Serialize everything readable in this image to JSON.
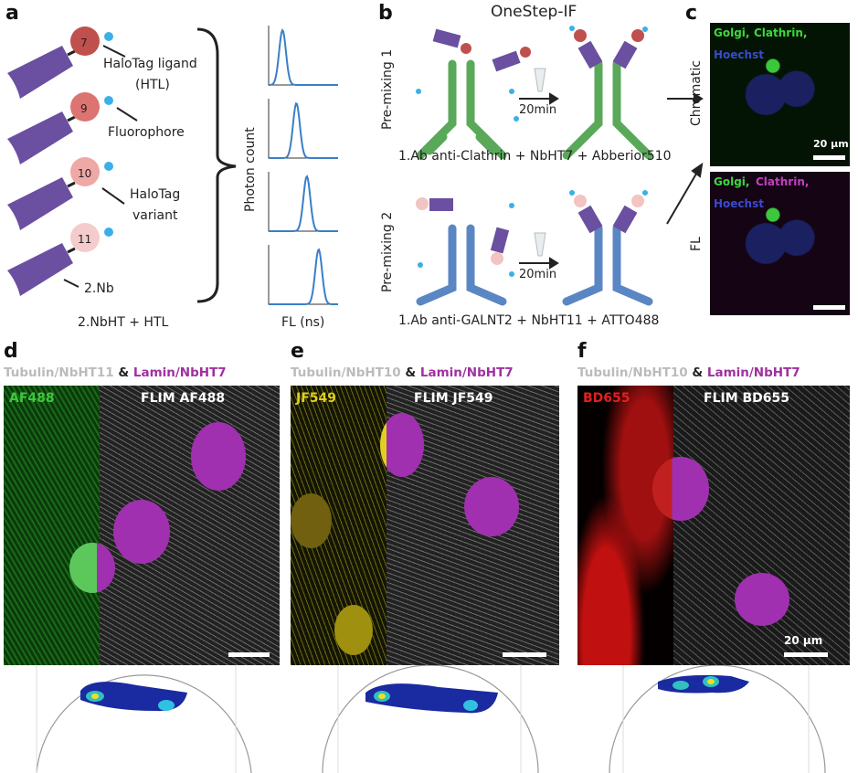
{
  "panels": {
    "a": "a",
    "b": "b",
    "c": "c",
    "d": "d",
    "e": "e",
    "f": "f"
  },
  "a": {
    "htl_label": "HaloTag ligand",
    "htl_abbr": "(HTL)",
    "fluorophore": "Fluorophore",
    "variant_line1": "HaloTag",
    "variant_line2": "variant",
    "nb_label": "2.Nb",
    "variants": [
      "7",
      "9",
      "10",
      "11"
    ],
    "bottom": "2.NbHT + HTL",
    "ylabel": "Photon count",
    "xlabel": "FL (ns)"
  },
  "b": {
    "title": "OneStep-IF",
    "row1_label": "Pre-mixing 1",
    "row2_label": "Pre-mixing 2",
    "time": "20min",
    "row1_caption": "1.Ab anti-Clathrin + NbHT7 + Abberior510",
    "row2_caption": "1.Ab anti-GALNT2 + NbHT11 + ATTO488"
  },
  "c": {
    "top_label": "Chromatic",
    "bottom_label": "FL",
    "golgi": "Golgi,",
    "clathrin": "Clathrin,",
    "hoechst": "Hoechst",
    "scale": "20 µm"
  },
  "d": {
    "h1": "Tubulin/NbHT11",
    "amp": "&",
    "h2": "Lamin/NbHT7",
    "left": "AF488",
    "right": "FLIM AF488"
  },
  "e": {
    "h1": "Tubulin/NbHT10",
    "amp": "&",
    "h2": "Lamin/NbHT7",
    "left": "JF549",
    "right": "FLIM JF549"
  },
  "f": {
    "h1": "Tubulin/NbHT10",
    "amp": "&",
    "h2": "Lamin/NbHT7",
    "left": "BD655",
    "right": "FLIM BD655",
    "scale": "20 µm"
  },
  "colors": {
    "purple": "#6b4fa0",
    "green": "#5aa85a",
    "blue": "#5b86c4",
    "magenta": "#b03ab0",
    "curve": "#3a7fc8",
    "yellow": "#e0d020",
    "red": "#e02020",
    "af488": "#3cc83c"
  }
}
